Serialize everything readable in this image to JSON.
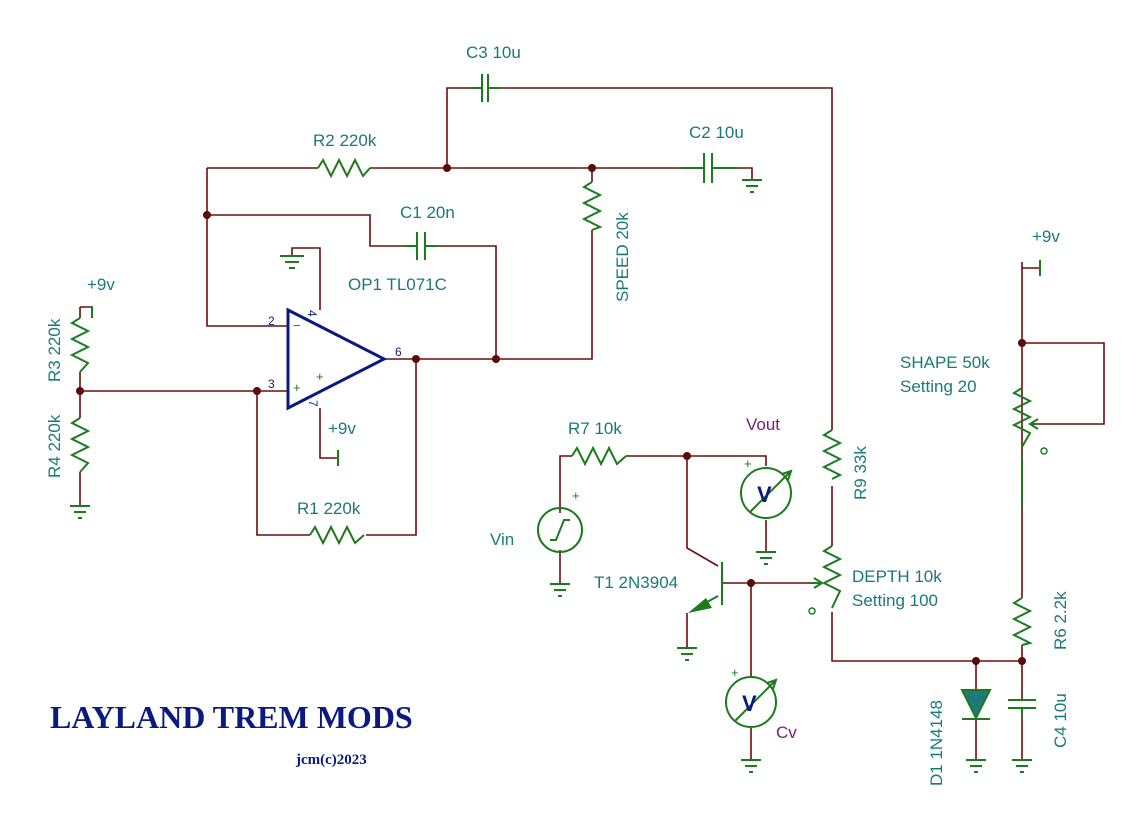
{
  "title": "LAYLAND TREM MODS",
  "copyright": "jcm(c)2023",
  "components": {
    "c3": "C3 10u",
    "r2": "R2 220k",
    "c2": "C2 10u",
    "c1": "C1 20n",
    "speed": "SPEED 20k",
    "op1": "OP1 TL071C",
    "r3": "R3 220k",
    "r4": "R4 220k",
    "r1": "R1 220k",
    "r7": "R7 10k",
    "vin": "Vin",
    "vout": "Vout",
    "cv": "Cv",
    "t1": "T1 2N3904",
    "r9": "R9 33k",
    "depth": "DEPTH 10k",
    "depth_setting": "Setting 100",
    "shape": "SHAPE 50k",
    "shape_setting": "Setting 20",
    "r6": "R6 2.2k",
    "d1": "D1 1N4148",
    "c4": "C4 10u"
  },
  "supplies": {
    "r3_supply": "+9v",
    "op1_supply": "+9v",
    "shape_supply": "+9v"
  },
  "pins": {
    "p2": "2",
    "p3": "3",
    "p4": "4",
    "p6": "6",
    "p7": "7"
  },
  "signs": {
    "minus": "−",
    "plus": "+"
  },
  "meter_symbol": "V"
}
